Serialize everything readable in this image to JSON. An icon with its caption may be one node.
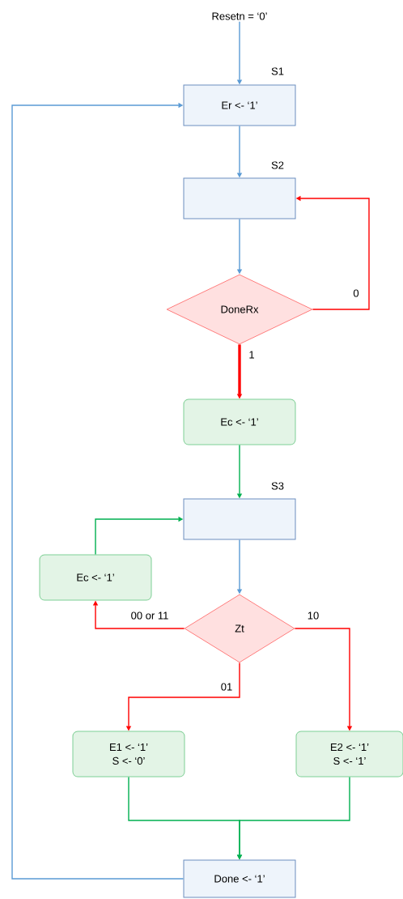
{
  "diagram": {
    "nodes": [
      {
        "text": [
          "Resetn = ‘0’"
        ]
      },
      {
        "text": [
          "Er <- ‘1’"
        ],
        "beside": [
          "S1"
        ]
      },
      {
        "text": [],
        "shape": "box",
        "beside": [
          "S2"
        ]
      },
      {
        "text": [
          "DoneRx"
        ]
      },
      {
        "text": [
          "Ec <- ‘1’"
        ]
      },
      {
        "text": [],
        "shape": "box",
        "beside": [
          "S3"
        ]
      },
      {
        "text": [
          "Ec <- ‘1’"
        ]
      },
      {
        "text": [
          "Zt"
        ]
      },
      {
        "text": [
          "E1 <- ‘1’",
          "S <- ‘0’"
        ]
      },
      {
        "text": [
          "E2 <- ‘1’",
          "S <- ‘1’"
        ]
      },
      {
        "text": [
          "Done <- ‘1’"
        ]
      }
    ],
    "edges": [
      {
        "from": 0,
        "to": 1,
        "arrow": "to",
        "color": "#5b9bd5"
      },
      {
        "from": 1,
        "to": 2,
        "arrow": "to",
        "color": "#5b9bd5"
      },
      {
        "from": 2,
        "to": 3,
        "arrow": "to",
        "color": "#5b9bd5"
      },
      {
        "from": 3,
        "to": 2,
        "arrow": "to",
        "label": "0",
        "color": "#ff0000"
      },
      {
        "from": 3,
        "to": 4,
        "arrow": "to",
        "label": "1",
        "color": "#ff0000",
        "style": "thick"
      },
      {
        "from": 4,
        "to": 5,
        "arrow": "to",
        "color": "#00b050"
      },
      {
        "from": 5,
        "to": 7,
        "arrow": "to",
        "color": "#5b9bd5"
      },
      {
        "from": 7,
        "to": 6,
        "arrow": "to",
        "label": "00 or 11",
        "color": "#ff0000"
      },
      {
        "from": 6,
        "to": 5,
        "arrow": "to",
        "color": "#00b050"
      },
      {
        "from": 7,
        "to": 8,
        "arrow": "to",
        "label": "01",
        "color": "#ff0000"
      },
      {
        "from": 7,
        "to": 9,
        "arrow": "to",
        "label": "10",
        "color": "#ff0000"
      },
      {
        "from": 8,
        "to": 10,
        "arrow": "to",
        "color": "#00b050"
      },
      {
        "from": 9,
        "to": 10,
        "arrow": "to",
        "color": "#00b050"
      },
      {
        "from": 10,
        "to": 1,
        "arrow": "to",
        "color": "#5b9bd5"
      }
    ]
  }
}
